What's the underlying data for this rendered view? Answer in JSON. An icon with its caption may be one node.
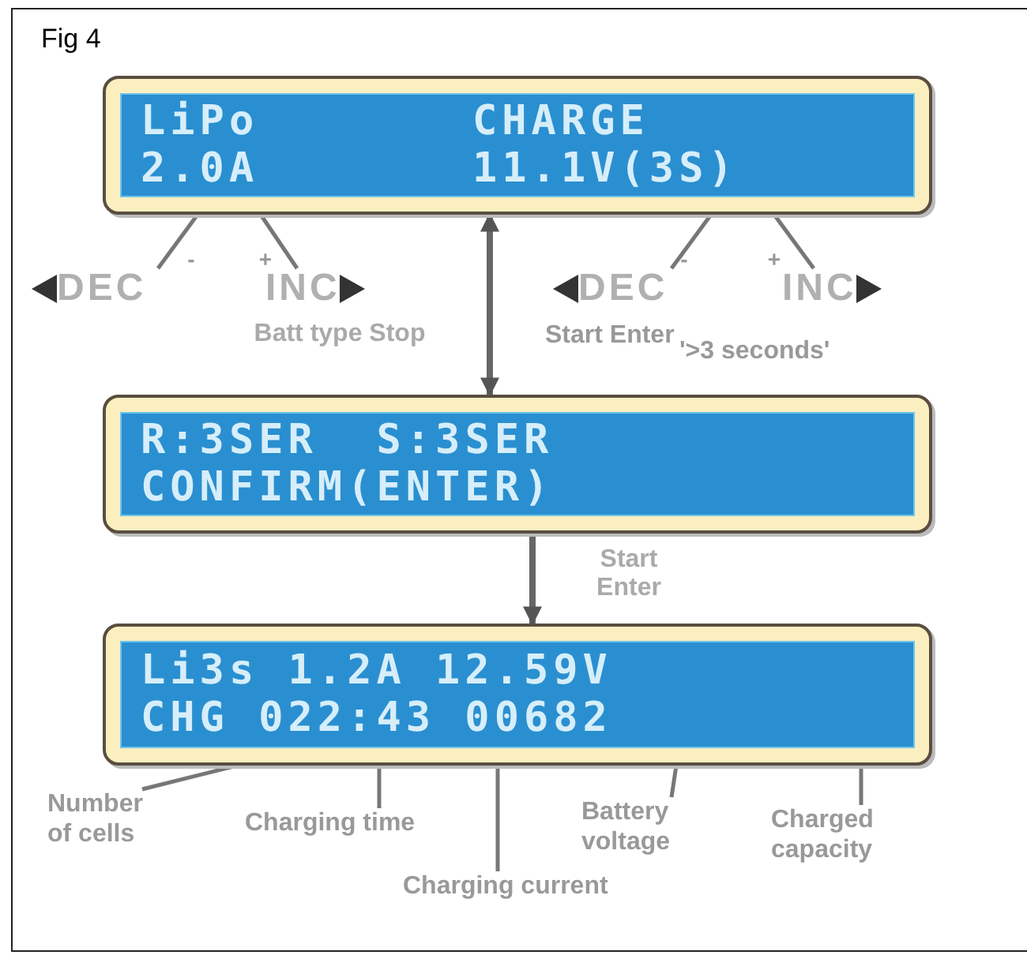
{
  "diagram": {
    "title": "Fig 4",
    "nodes": [
      {
        "text": [
          "LiPo",
          "CHARGE",
          "2.0A",
          "11.1V(3S)"
        ]
      },
      {
        "text": [
          "DEC"
        ]
      },
      {
        "text": [
          "INC"
        ]
      },
      {
        "text": [
          "DEC"
        ]
      },
      {
        "text": [
          "INC"
        ]
      },
      {
        "text": [
          "R:3SER",
          "S:3SER",
          "CONFIRM(ENTER)"
        ]
      },
      {
        "text": [
          "Li3s 1.2A 12.59V",
          "CHG 022:43 00682"
        ]
      },
      {
        "text": [
          "Number of cells"
        ]
      },
      {
        "text": [
          "Charging time"
        ]
      },
      {
        "text": [
          "Charging current"
        ]
      },
      {
        "text": [
          "Battery voltage"
        ]
      },
      {
        "text": [
          "Charged capacity"
        ]
      }
    ],
    "edges": [
      {
        "from": 1,
        "to": 0,
        "arrow": "none"
      },
      {
        "from": 2,
        "to": 0,
        "arrow": "none"
      },
      {
        "from": 3,
        "to": 0,
        "arrow": "none"
      },
      {
        "from": 4,
        "to": 0,
        "arrow": "none"
      },
      {
        "from": 0,
        "to": 5,
        "arrow": "both",
        "label": "Batt type Stop"
      },
      {
        "from": 5,
        "to": 6,
        "arrow": "to",
        "label": "Start Enter"
      },
      {
        "from": 7,
        "to": 6,
        "arrow": "none"
      },
      {
        "from": 8,
        "to": 6,
        "arrow": "none"
      },
      {
        "from": 9,
        "to": 6,
        "arrow": "none"
      },
      {
        "from": 10,
        "to": 6,
        "arrow": "none"
      },
      {
        "from": 11,
        "to": 6,
        "arrow": "none"
      }
    ],
    "labels": [
      "-",
      "+",
      "-",
      "+",
      "Start Enter",
      "'>3 seconds'"
    ]
  }
}
